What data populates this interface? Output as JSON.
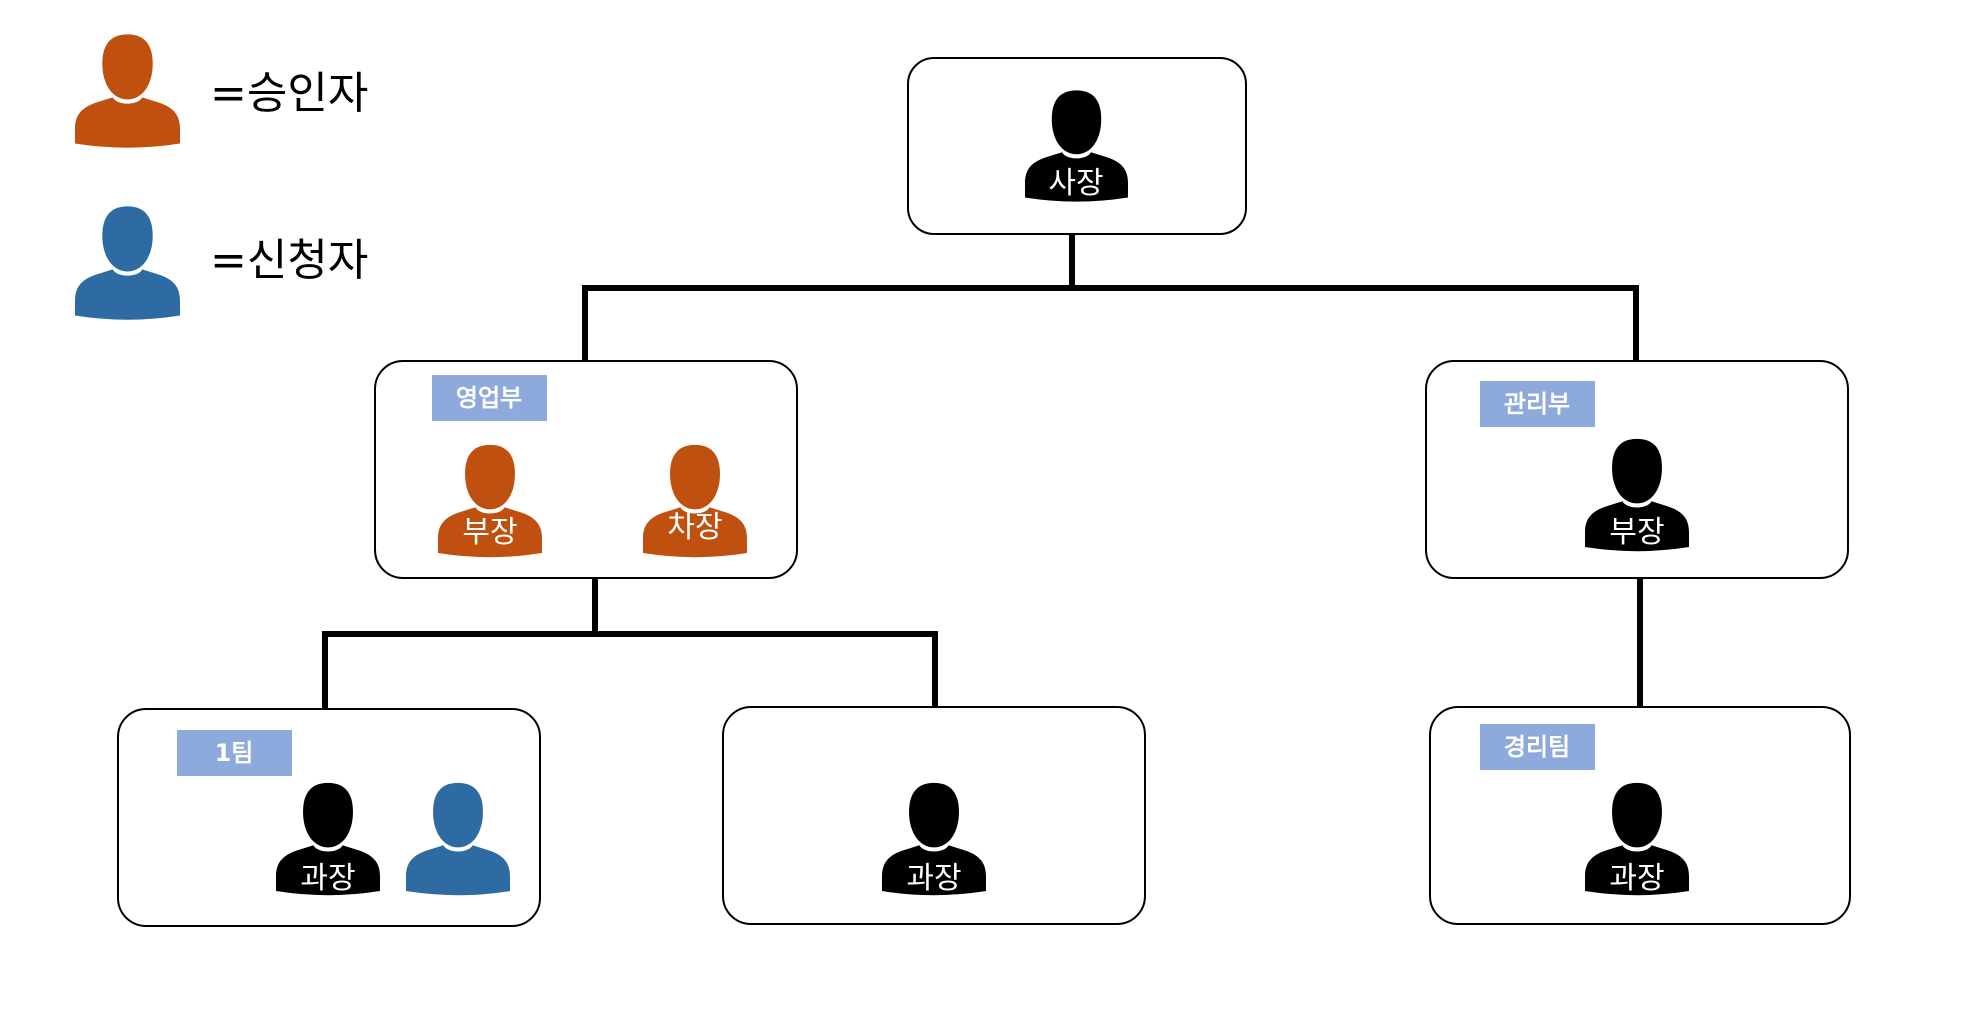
{
  "colors": {
    "approver": "#C0500F",
    "applicant": "#2E6BA3",
    "staff": "#000000",
    "tag": "#8EA9DB"
  },
  "legend": {
    "approver_label": "=승인자",
    "applicant_label": "=신청자"
  },
  "org": {
    "ceo": {
      "role": "사장"
    },
    "sales": {
      "tag": "영업부",
      "members": [
        {
          "role": "부장",
          "type": "approver"
        },
        {
          "role": "차장",
          "type": "approver"
        }
      ]
    },
    "admin": {
      "tag": "관리부",
      "members": [
        {
          "role": "부장",
          "type": "staff"
        }
      ]
    },
    "team1": {
      "tag": "1팀",
      "members": [
        {
          "role": "과장",
          "type": "staff"
        },
        {
          "role": "",
          "type": "applicant"
        }
      ]
    },
    "team2": {
      "members": [
        {
          "role": "과장",
          "type": "staff"
        }
      ]
    },
    "accounting": {
      "tag": "경리팀",
      "members": [
        {
          "role": "과장",
          "type": "staff"
        }
      ]
    }
  }
}
